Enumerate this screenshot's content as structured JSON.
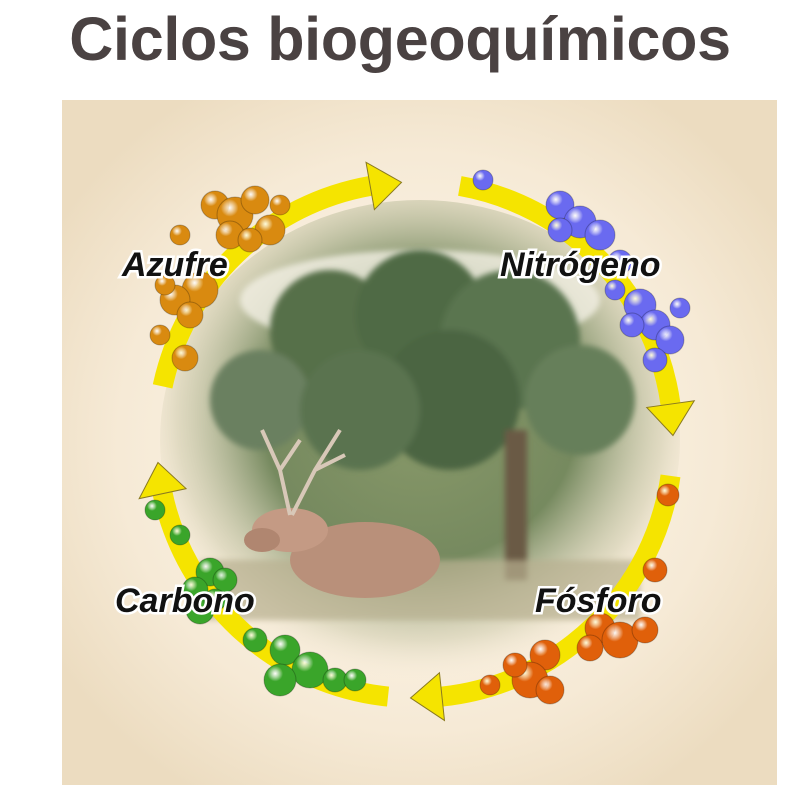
{
  "title": "Ciclos biogeoquímicos",
  "cycles": [
    {
      "label": "Azufre",
      "color": "#d98a10"
    },
    {
      "label": "Nitrógeno",
      "color": "#6a6af0"
    },
    {
      "label": "Fósforo",
      "color": "#e0600a"
    },
    {
      "label": "Carbono",
      "color": "#3aa52a"
    }
  ],
  "arrow_color": "#f5e400"
}
